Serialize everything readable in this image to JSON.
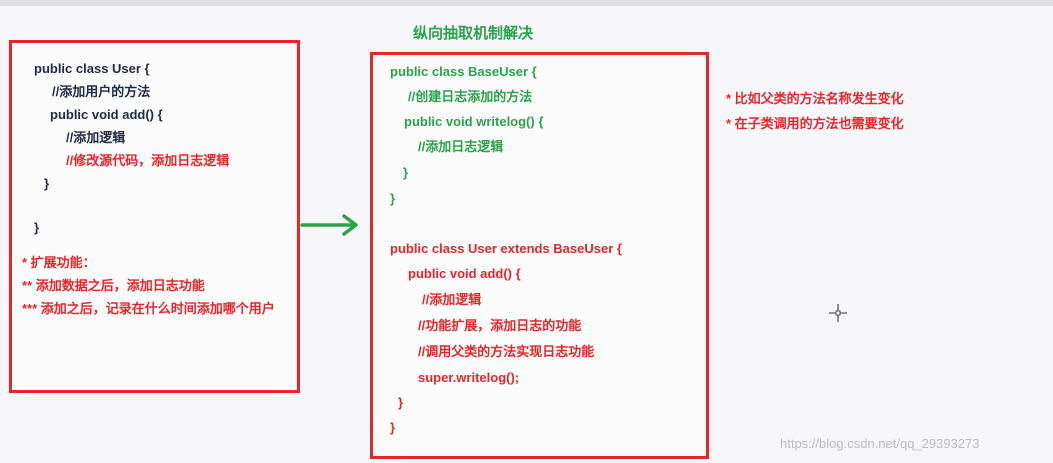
{
  "title": "纵向抽取机制解决",
  "left_box": {
    "code": [
      "public class User {",
      "//添加用户的方法",
      "public void add() {",
      "//添加逻辑",
      "//修改源代码，添加日志逻辑",
      "}",
      "}"
    ],
    "notes": [
      "* 扩展功能：",
      "** 添加数据之后，添加日志功能",
      "*** 添加之后，记录在什么时间添加哪个用户"
    ]
  },
  "right_box": {
    "code": [
      "public class BaseUser {",
      "//创建日志添加的方法",
      "public void writelog() {",
      "//添加日志逻辑",
      "}",
      "}",
      "public class User extends BaseUser {",
      "public void add() {",
      "//添加逻辑",
      "//功能扩展，添加日志的功能",
      "//调用父类的方法实现日志功能",
      "super.writelog();",
      "}",
      "}"
    ]
  },
  "side_notes": [
    "* 比如父类的方法名称发生变化",
    "* 在子类调用的方法也需要变化"
  ],
  "watermark": "https://blog.csdn.net/qq_29393273",
  "colors": {
    "frame": "#e8262a",
    "green": "#2aa34a",
    "text": "#1f2a44"
  }
}
